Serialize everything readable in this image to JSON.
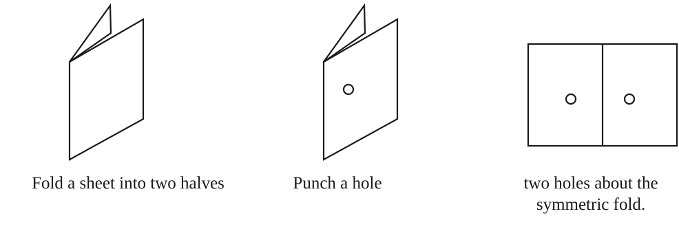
{
  "panels": [
    {
      "caption": "Fold a sheet into two halves"
    },
    {
      "caption": "Punch a hole"
    },
    {
      "caption": "two holes about the\nsymmetric fold."
    }
  ]
}
